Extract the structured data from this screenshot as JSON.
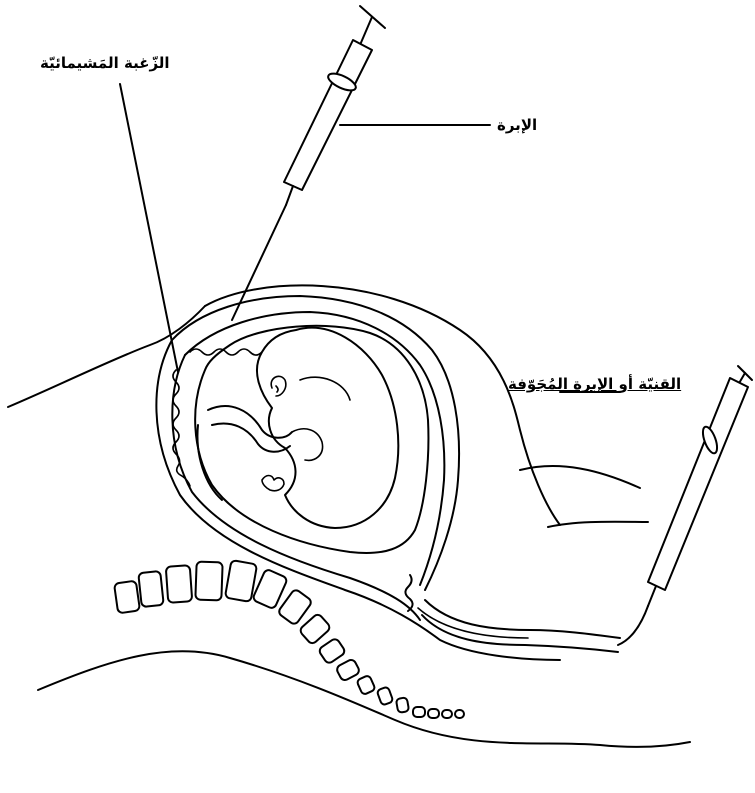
{
  "labels": {
    "chorionic_villus": "الزّغبة المَشيمائيّة",
    "needle": "الإبرة",
    "catheter_or_needle": "القنيّة أو الإبرة المُجَوّفة"
  },
  "colors": {
    "line": "#000000",
    "background": "#ffffff"
  }
}
